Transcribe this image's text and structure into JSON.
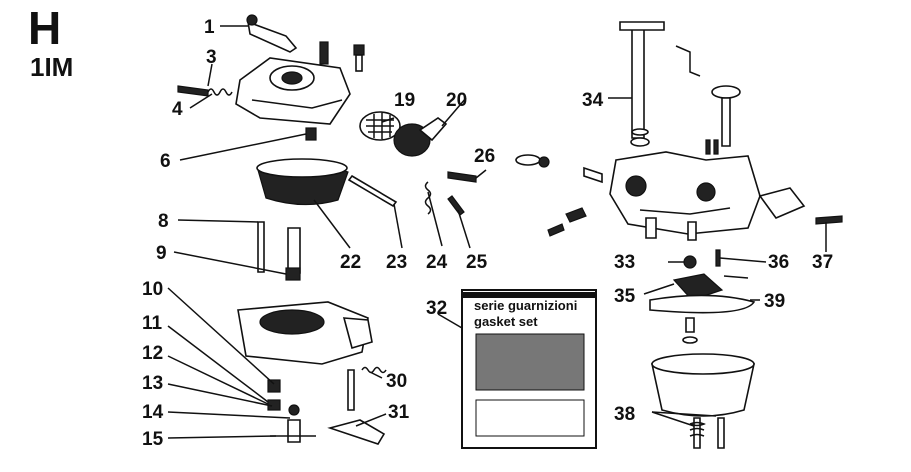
{
  "header": {
    "letter": "H",
    "model": "1IM"
  },
  "callouts": [
    "1",
    "3",
    "4",
    "6",
    "8",
    "9",
    "10",
    "11",
    "12",
    "13",
    "14",
    "15",
    "19",
    "20",
    "22",
    "23",
    "24",
    "25",
    "26",
    "30",
    "31",
    "32",
    "33",
    "34",
    "35",
    "36",
    "37",
    "38",
    "39"
  ],
  "gasket_set": {
    "line1": "serie guarnizioni",
    "line2": "gasket set"
  }
}
